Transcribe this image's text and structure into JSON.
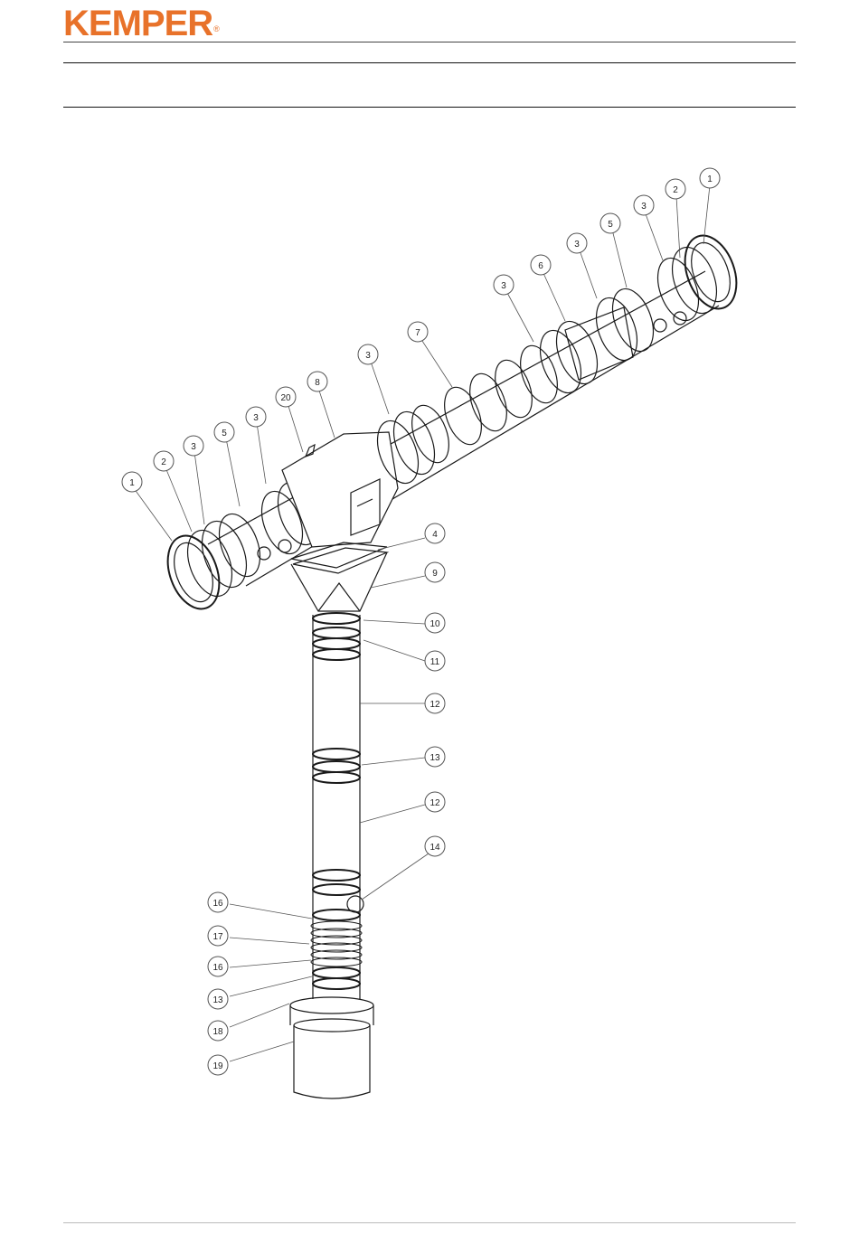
{
  "header": {
    "brand": "KEMPER",
    "registered_mark": "®"
  },
  "callouts": [
    "1",
    "2",
    "3",
    "5",
    "3",
    "20",
    "8",
    "3",
    "7",
    "3",
    "6",
    "3",
    "5",
    "3",
    "2",
    "1",
    "4",
    "9",
    "10",
    "11",
    "12",
    "13",
    "12",
    "14",
    "16",
    "17",
    "16",
    "13",
    "18",
    "19"
  ]
}
